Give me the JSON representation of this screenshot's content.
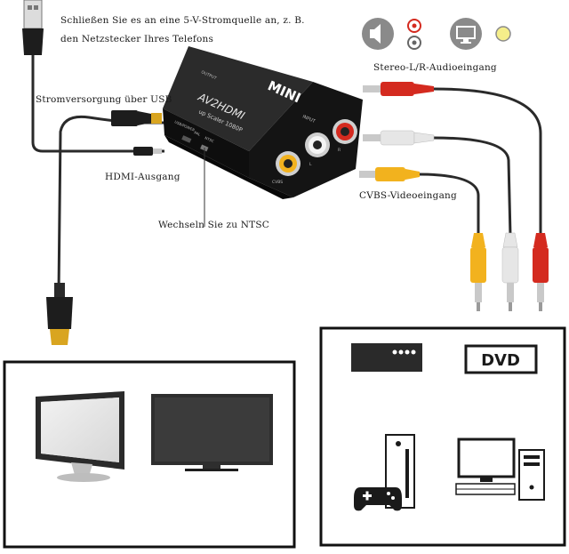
{
  "labels": {
    "intro_line1": "Schließen Sie es an eine 5-V-Stromquelle an, z. B.",
    "intro_line2": "den Netzstecker Ihres Telefons",
    "usb_power": "Stromversorgung über USB",
    "hdmi_output": "HDMI-Ausgang",
    "ntsc_switch": "Wechseln Sie zu NTSC",
    "stereo_input": "Stereo-L/R-Audioeingang",
    "cvbs_input": "CVBS-Videoeingang"
  },
  "device": {
    "brand": "MINI",
    "model": "AV2HDMI",
    "subtitle": "up Scaler 1080P",
    "output_label": "OUTPUT",
    "input_label": "INPUT",
    "power_label": "USB/POWER",
    "switch_pal": "PAL",
    "switch_ntsc": "NTSC",
    "port_video": "CVBS",
    "port_left": "L",
    "port_right": "R"
  },
  "source_devices": {
    "dvd_label": "DVD"
  },
  "colors": {
    "cable": "#2a2a2a",
    "rca_red": "#d42a1f",
    "rca_white": "#e6e6e6",
    "rca_yellow": "#f2b21e",
    "device_body": "#151515",
    "gold": "#d9a520"
  }
}
